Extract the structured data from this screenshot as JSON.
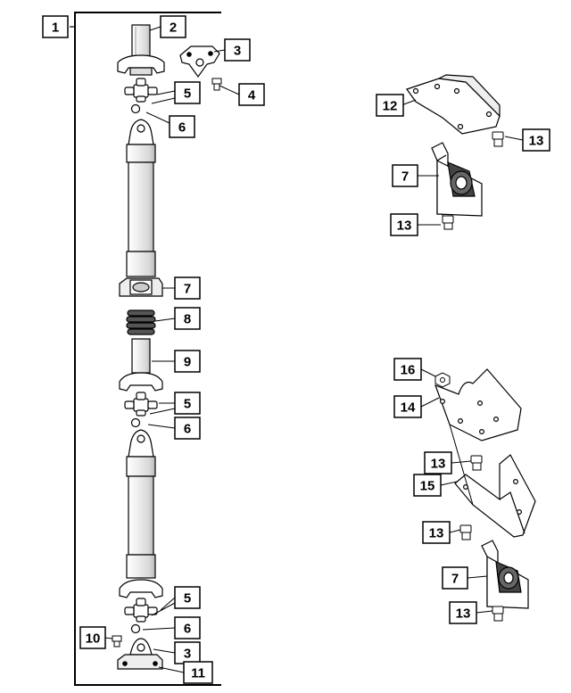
{
  "diagram": {
    "callouts": {
      "c1": "1",
      "c2": "2",
      "c3_top": "3",
      "c4": "4",
      "c5_top": "5",
      "c6_top": "6",
      "c7_shaft": "7",
      "c8": "8",
      "c9": "9",
      "c5_mid": "5",
      "c6_mid": "6",
      "c5_low": "5",
      "c6_low": "6",
      "c10": "10",
      "c3_low": "3",
      "c11": "11",
      "c12": "12",
      "c13_a": "13",
      "c7_right_top": "7",
      "c13_b": "13",
      "c16": "16",
      "c14": "14",
      "c13_c": "13",
      "c15": "15",
      "c13_d": "13",
      "c7_right_low": "7",
      "c13_e": "13"
    }
  }
}
